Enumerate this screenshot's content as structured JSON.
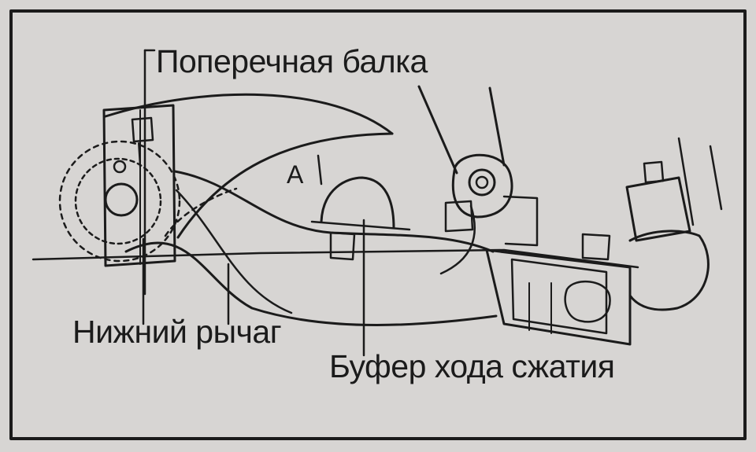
{
  "labels": {
    "cross_beam": "Поперечная балка",
    "lower_arm": "Нижний рычаг",
    "bump_stop": "Буфер хода сжатия",
    "clearance_a": "A"
  },
  "colors": {
    "background": "#d7d5d3",
    "ink": "#1b1b1b"
  }
}
